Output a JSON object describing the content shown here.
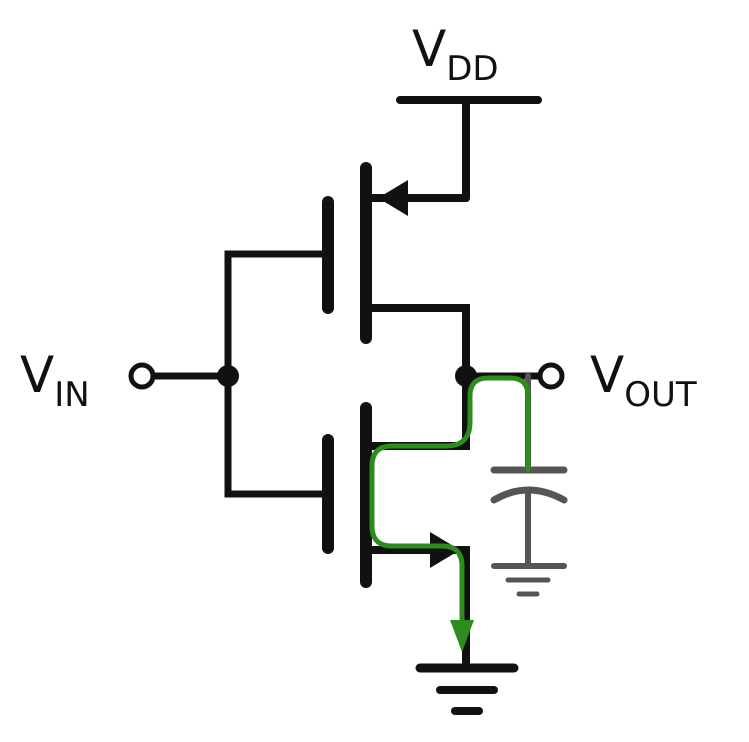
{
  "labels": {
    "vdd": {
      "main": "V",
      "sub": "DD"
    },
    "vin": {
      "main": "V",
      "sub": "IN"
    },
    "vout": {
      "main": "V",
      "sub": "OUT"
    }
  },
  "colors": {
    "wire": "#111111",
    "current_path": "#2e8b1e",
    "capacitor": "#555555",
    "background": "#ffffff"
  },
  "components": {
    "pmos": "pmos-transistor",
    "nmos": "nmos-transistor",
    "load_capacitor": "capacitor",
    "ground": "ground-symbol"
  }
}
